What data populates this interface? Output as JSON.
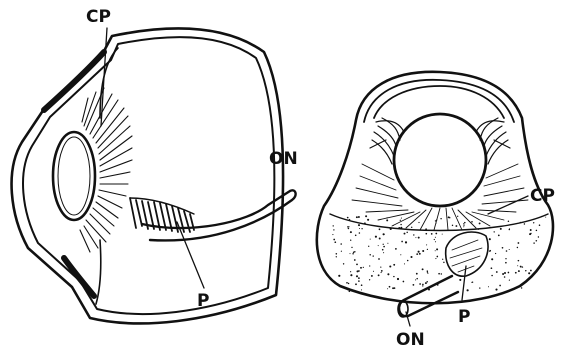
{
  "left_eye": {
    "labels": {
      "ciliary": "CP",
      "optic_nerve": "ON",
      "pecten": "P"
    }
  },
  "right_eye": {
    "labels": {
      "ciliary": "CP",
      "optic_nerve": "ON",
      "pecten": "P"
    }
  },
  "colors": {
    "ink": "#111111",
    "paper": "#ffffff"
  }
}
